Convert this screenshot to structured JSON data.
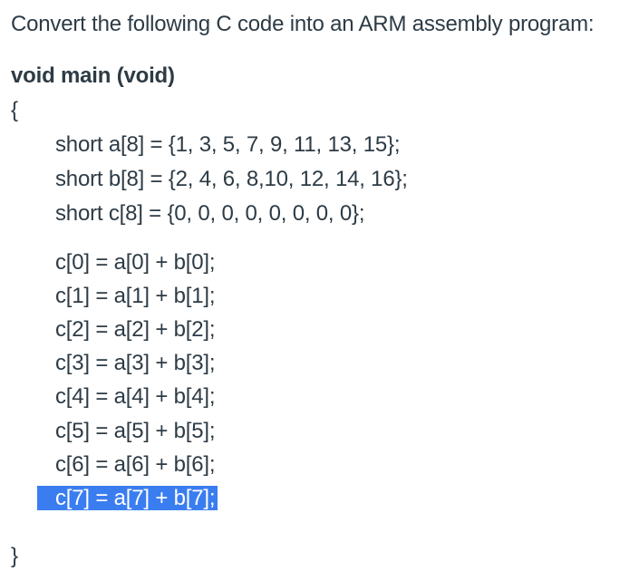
{
  "prompt": "Convert the following C code into an ARM assembly program:",
  "code": {
    "signature": "void main (void)",
    "open_brace": "{",
    "declarations": [
      "short a[8] = {1, 3, 5, 7, 9, 11, 13, 15};",
      "short b[8] = {2, 4, 6, 8,10, 12, 14, 16};",
      "short c[8] = {0, 0, 0, 0, 0, 0, 0, 0};"
    ],
    "statements": [
      "c[0] = a[0] + b[0];",
      "c[1] = a[1] + b[1];",
      "c[2] = a[2] + b[2];",
      "c[3] = a[3] + b[3];",
      "c[4] = a[4] + b[4];",
      "c[5] = a[5] + b[5];",
      "c[6] = a[6] + b[6];",
      "c[7] = a[7] + b[7];"
    ],
    "close_brace": "}"
  },
  "colors": {
    "text": "#2d3b45",
    "selection": "#3a7df0"
  }
}
